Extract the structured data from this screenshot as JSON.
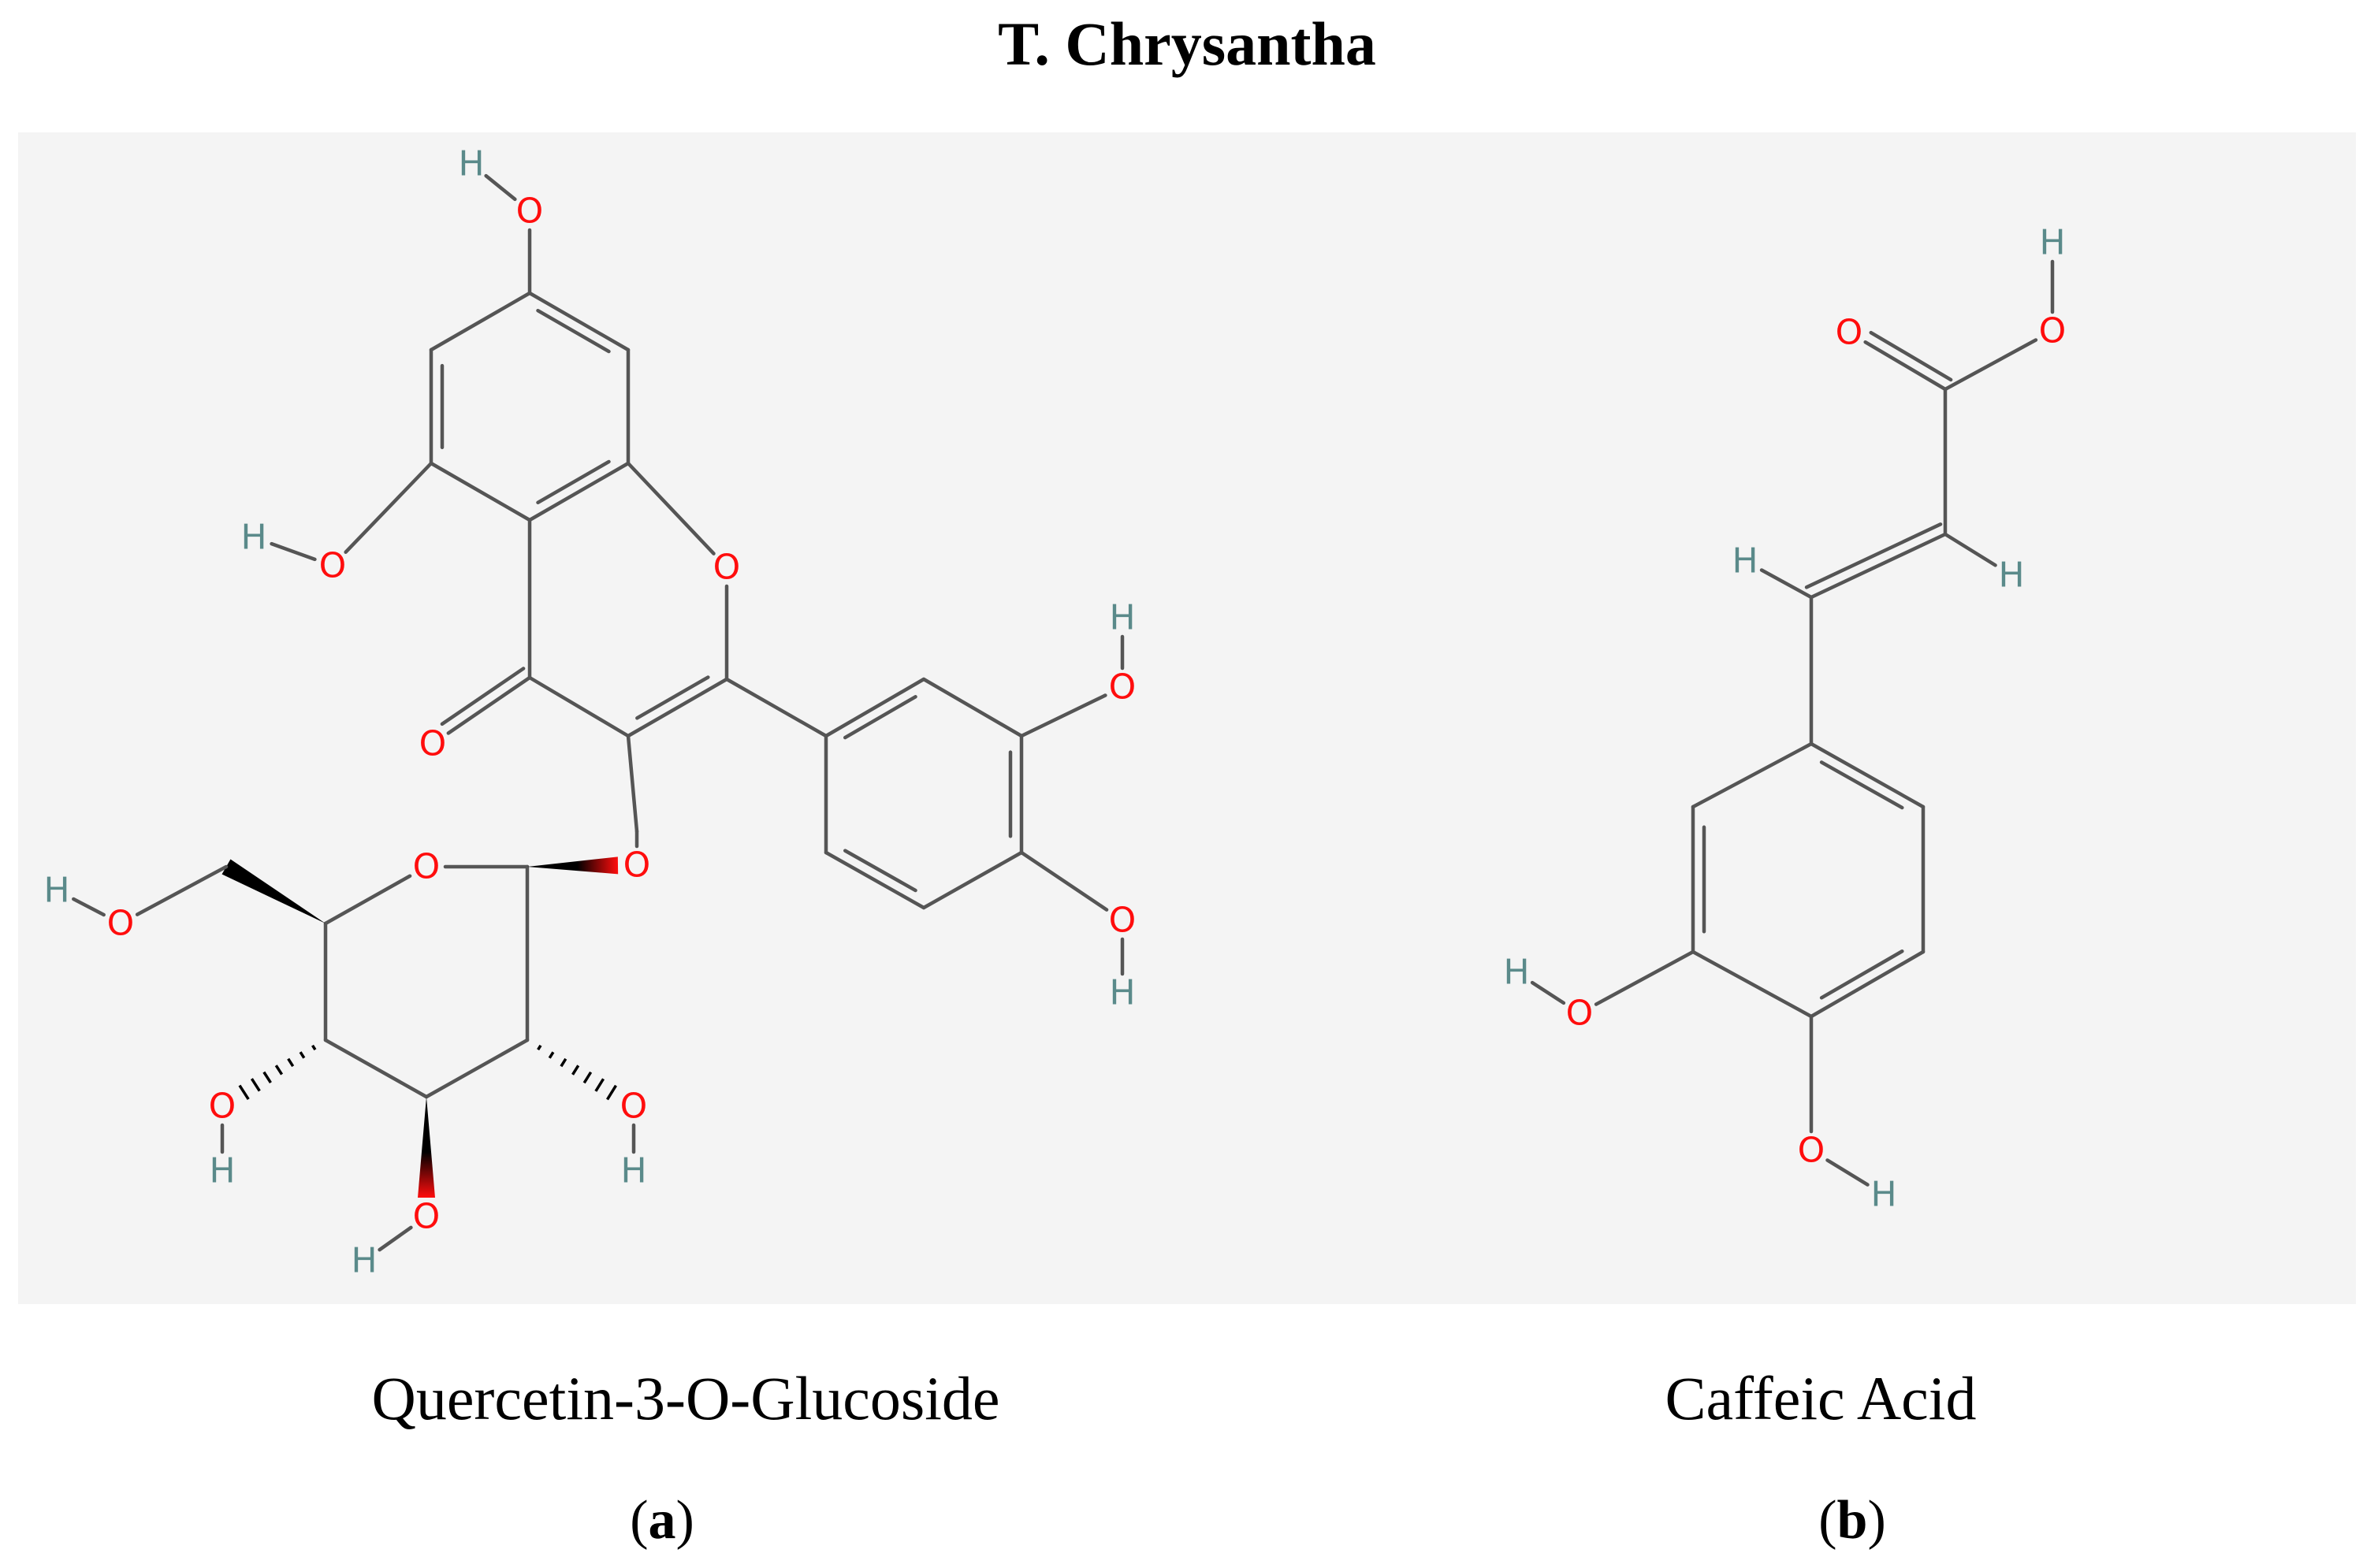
{
  "figure": {
    "title": "T. Chrysantha",
    "panels": [
      {
        "id": "a",
        "compound_name": "Quercetin-3-O-Glucoside",
        "label_open": "(",
        "label_letter": "a",
        "label_close": ")"
      },
      {
        "id": "b",
        "compound_name": "Caffeic Acid",
        "label_open": "(",
        "label_letter": "b",
        "label_close": ")"
      }
    ],
    "atom_symbols": {
      "oxygen": "O",
      "hydrogen": "H"
    },
    "colors": {
      "bond": "#555555",
      "oxygen": "#ff0d0d",
      "hydrogen": "#5a8a8a",
      "panel_background": "#f4f4f4"
    }
  }
}
